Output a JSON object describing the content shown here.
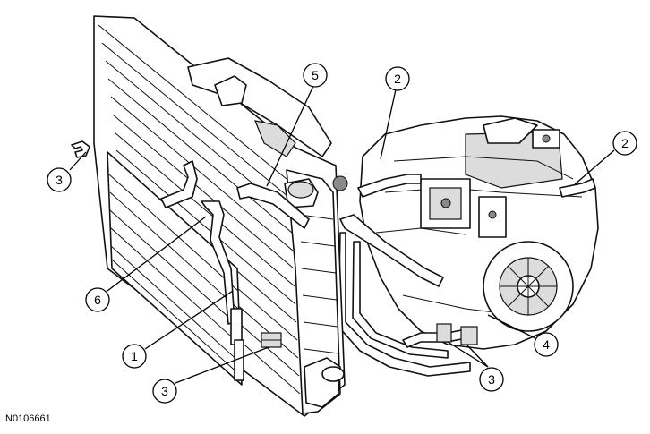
{
  "figure": {
    "figure_id": "N0106661"
  },
  "callouts": [
    {
      "label": "1"
    },
    {
      "label": "2"
    },
    {
      "label": "2"
    },
    {
      "label": "3"
    },
    {
      "label": "3"
    },
    {
      "label": "3"
    },
    {
      "label": "4"
    },
    {
      "label": "5"
    },
    {
      "label": "6"
    }
  ],
  "colors": {
    "line": "#111111",
    "background": "#ffffff"
  }
}
